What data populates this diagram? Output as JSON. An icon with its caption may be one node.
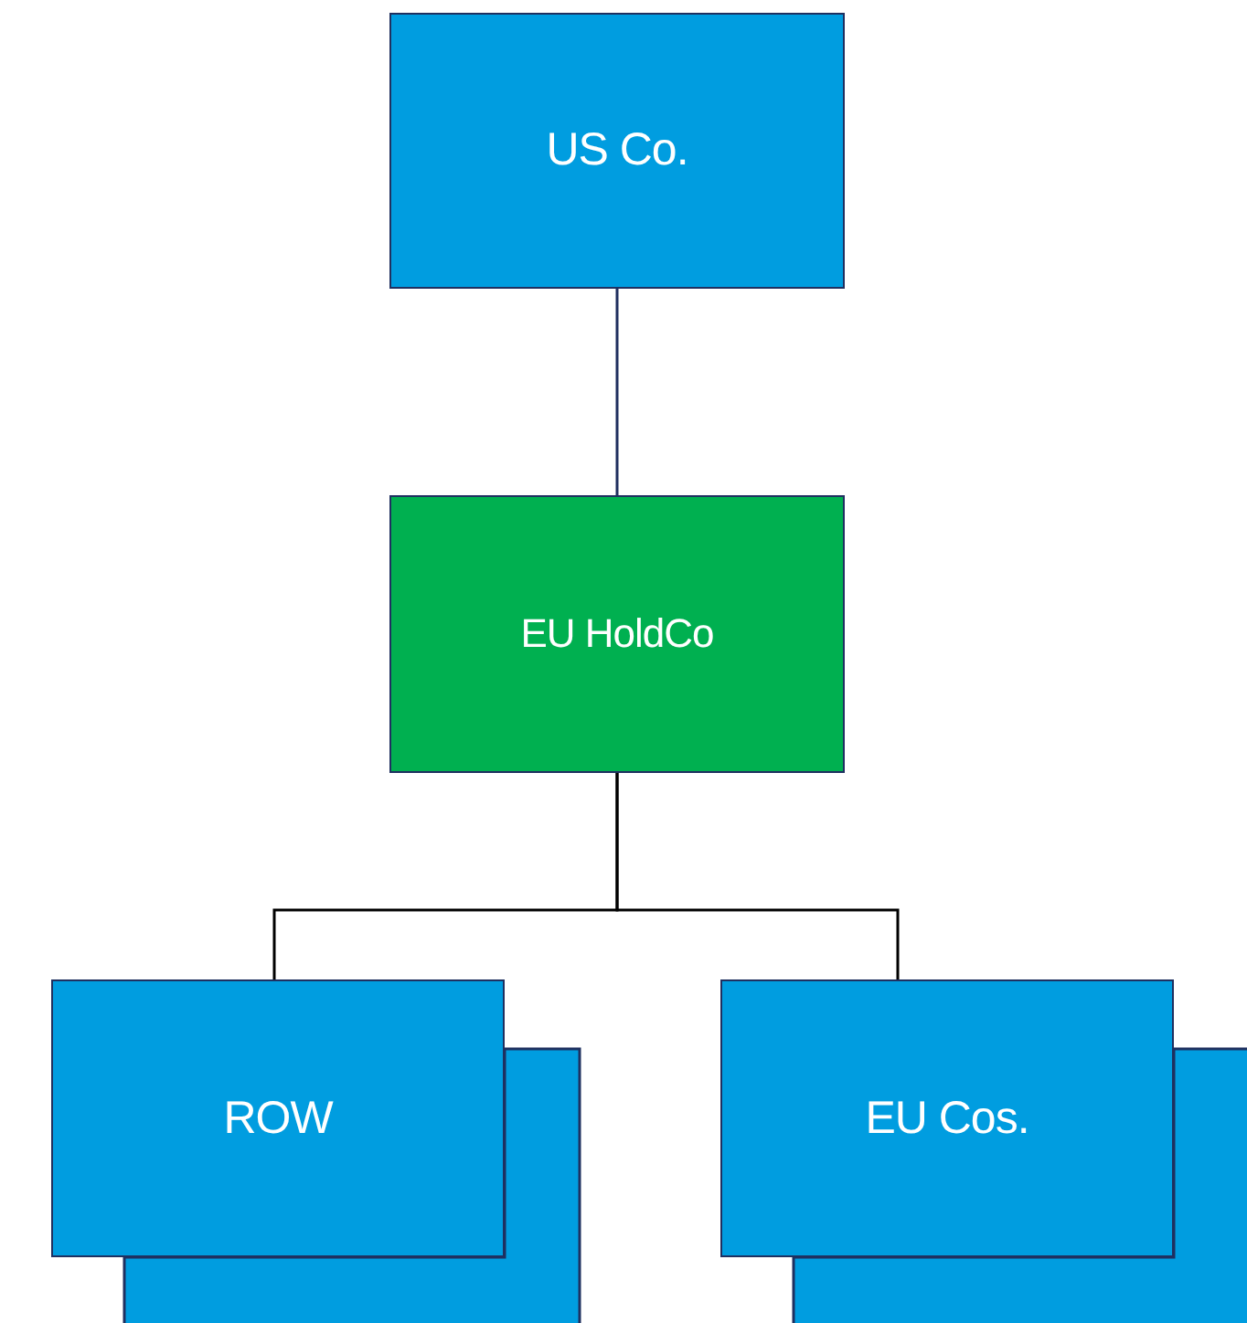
{
  "diagram": {
    "nodes": [
      {
        "text": [
          "US Co."
        ]
      },
      {
        "text": [
          "EU HoldCo"
        ]
      },
      {
        "text": [
          "ROW"
        ]
      },
      {
        "text": [
          "EU Cos."
        ]
      }
    ],
    "edges": [
      {
        "from": 0,
        "to": 1,
        "arrow": "none",
        "color": "#1f2f5f"
      },
      {
        "from": 1,
        "to": 2,
        "arrow": "none"
      },
      {
        "from": 1,
        "to": 3,
        "arrow": "none"
      }
    ]
  }
}
